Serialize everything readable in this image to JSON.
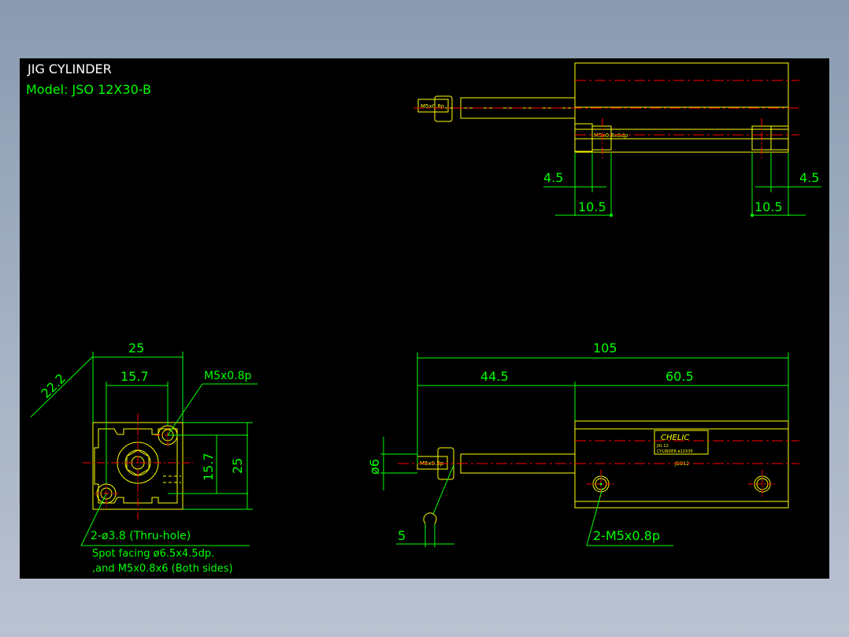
{
  "title": "JIG CYLINDER",
  "model": "Model:  JSO 12X30-B",
  "colors": {
    "background": "#000000",
    "outline": "#ffff00",
    "dimension": "#00ff00",
    "centerline": "#ff0000",
    "title": "#ffffff",
    "model": "#00ff00"
  },
  "top_view": {
    "port_label": "M5x0.8p",
    "mount_label": "M5x0.8x6dp",
    "dims": {
      "left_small": "4.5",
      "left_big": "10.5",
      "right_small": "4.5",
      "right_big": "10.5"
    }
  },
  "end_view": {
    "dims": {
      "width": "25",
      "hole_pitch": "15.7",
      "diagonal": "22.2",
      "height": "25",
      "hole_pitch_v": "15.7"
    },
    "port_label": "M5x0.8p",
    "hole_note": "2-ø3.8 (Thru-hole)",
    "spot_note_1": "Spot facing  ø6.5x4.5dp.",
    "spot_note_2": ",and M5x0.8x6 (Both sides)"
  },
  "side_view": {
    "dims": {
      "total": "105",
      "left": "44.5",
      "right": "60.5",
      "rod_dia": "ø6",
      "nut": "5"
    },
    "rod_label": "M5x0.8p",
    "brand": "CHELIC",
    "brand_line_1": "JIG 12",
    "brand_line_2": "CYLINDER  ø12X30",
    "body_mark": "JSO12",
    "mount_note": "2-M5x0.8p"
  }
}
